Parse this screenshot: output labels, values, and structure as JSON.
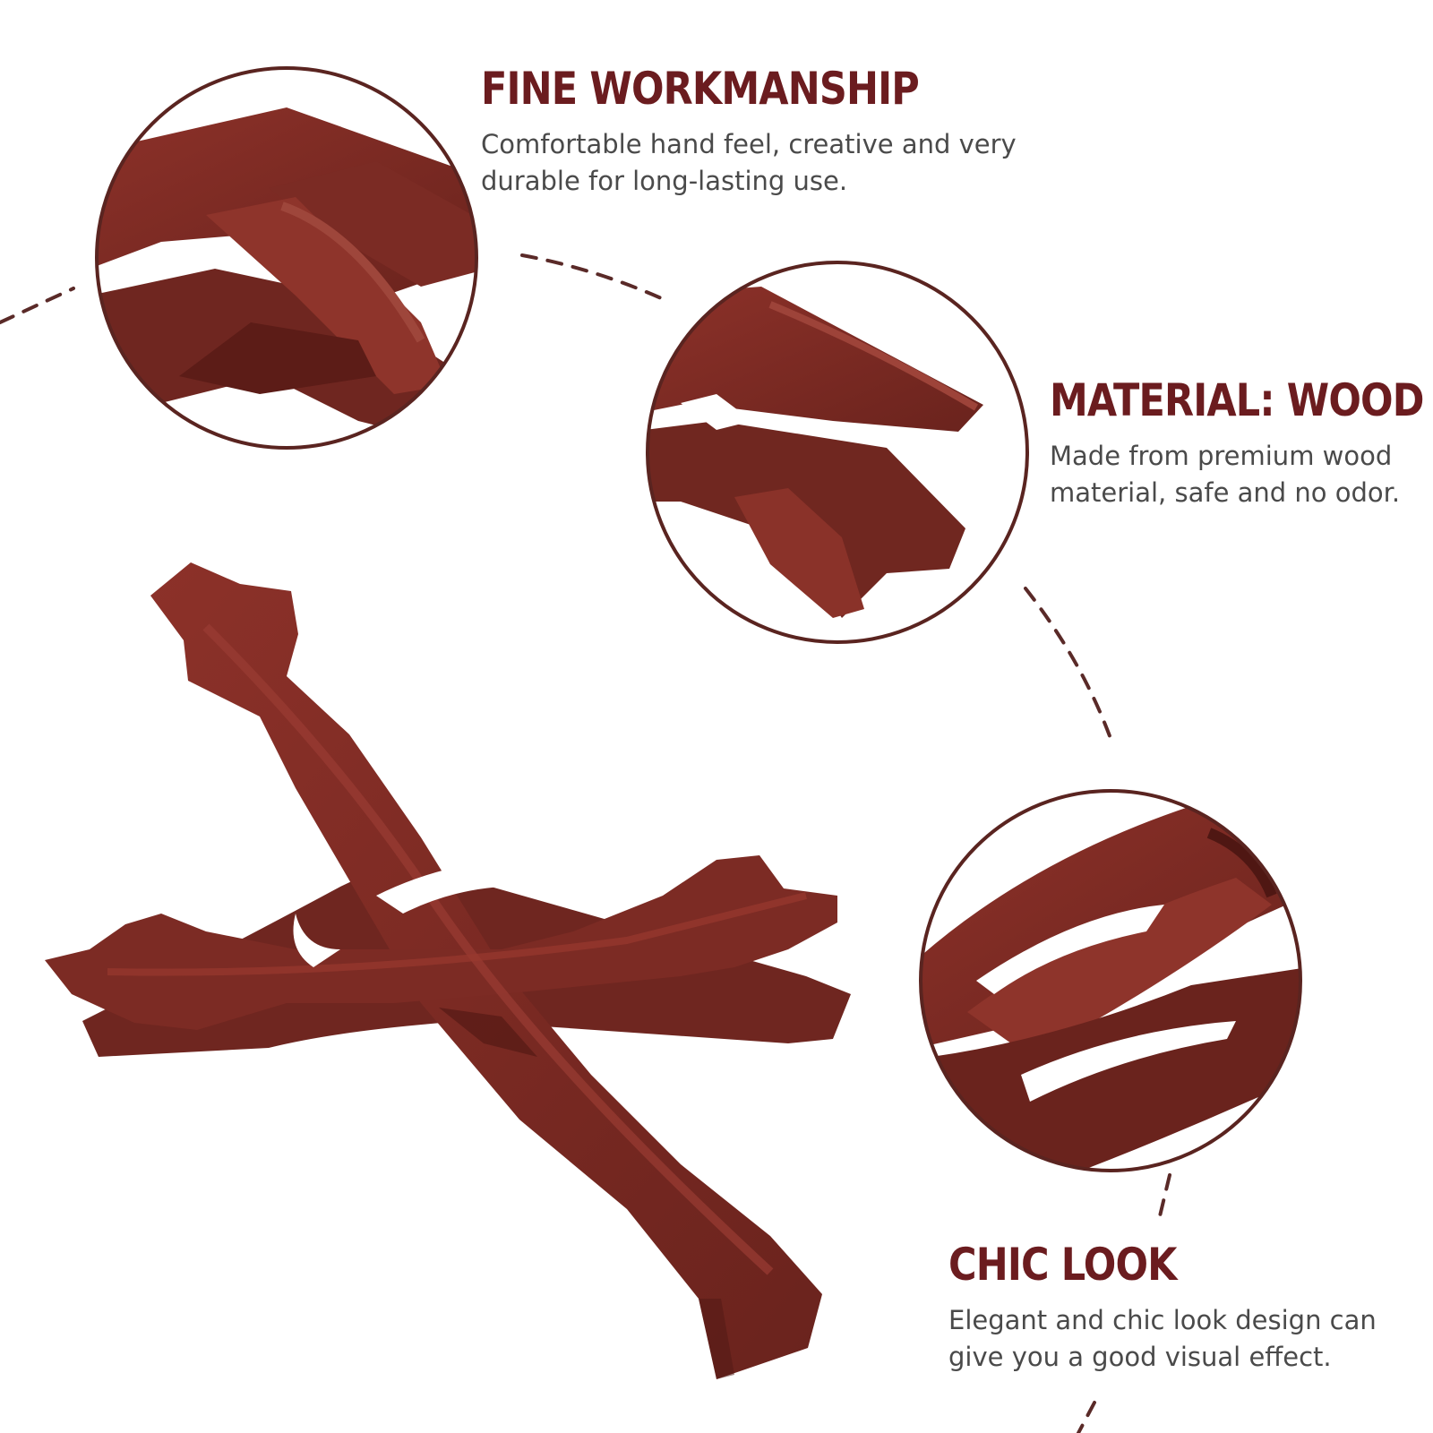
{
  "colors": {
    "heading": "#6b1c1f",
    "body_text": "#4a4a4a",
    "wood": "#7a2a24",
    "wood_light": "#9a3c33",
    "wood_dark": "#4f1713",
    "circle_border": "#5a2420",
    "dashes": "#5a2a28",
    "background": "#ffffff"
  },
  "features": [
    {
      "title": "FINE WORKMANSHIP",
      "description": "Comfortable hand feel, creative and very durable for long-lasting use."
    },
    {
      "title": "MATERIAL: WOOD",
      "description": "Made from premium wood material, safe and no odor."
    },
    {
      "title": "CHIC LOOK",
      "description": "Elegant and chic look design can give you a good visual effect."
    }
  ],
  "images": {
    "main_product": "wooden-tripod-stand",
    "detail_1": "wood-branch-closeup",
    "detail_2": "wood-tip-closeup",
    "detail_3": "interlocked-branches-closeup"
  }
}
